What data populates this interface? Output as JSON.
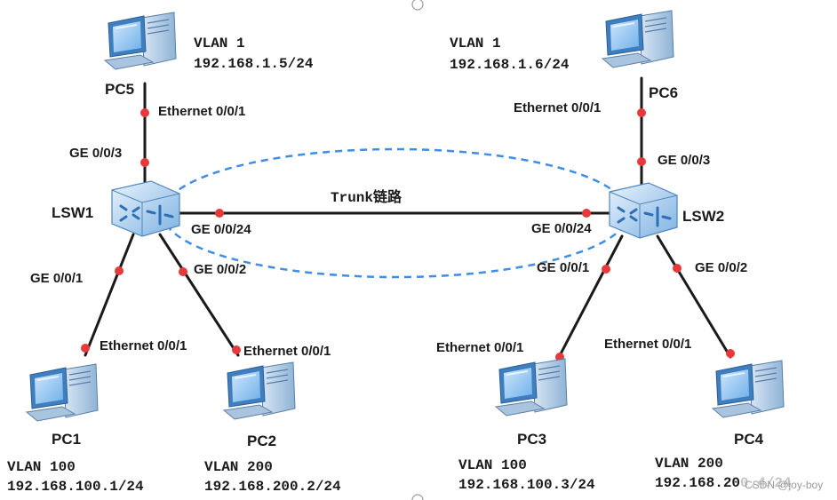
{
  "pcs": [
    {
      "id": "pc5",
      "name": "PC5",
      "vlan": "VLAN 1",
      "ip": "192.168.1.5/24",
      "port": "Ethernet 0/0/1"
    },
    {
      "id": "pc6",
      "name": "PC6",
      "vlan": "VLAN 1",
      "ip": "192.168.1.6/24",
      "port": "Ethernet 0/0/1"
    },
    {
      "id": "pc1",
      "name": "PC1",
      "vlan": "VLAN 100",
      "ip": "192.168.100.1/24",
      "port": "Ethernet 0/0/1"
    },
    {
      "id": "pc2",
      "name": "PC2",
      "vlan": "VLAN 200",
      "ip": "192.168.200.2/24",
      "port": "Ethernet 0/0/1"
    },
    {
      "id": "pc3",
      "name": "PC3",
      "vlan": "VLAN 100",
      "ip": "192.168.100.3/24",
      "port": "Ethernet 0/0/1"
    },
    {
      "id": "pc4",
      "name": "PC4",
      "vlan": "VLAN 200",
      "ip": "192.168.200.4/24",
      "port": "Ethernet 0/0/1"
    }
  ],
  "switches": [
    {
      "id": "lsw1",
      "name": "LSW1",
      "ports": {
        "to_pc5": "GE 0/0/3",
        "trunk": "GE 0/0/24",
        "to_pc1": "GE 0/0/1",
        "to_pc2": "GE 0/0/2"
      }
    },
    {
      "id": "lsw2",
      "name": "LSW2",
      "ports": {
        "to_pc6": "GE 0/0/3",
        "trunk": "GE 0/0/24",
        "to_pc3": "GE 0/0/1",
        "to_pc4": "GE 0/0/2"
      }
    }
  ],
  "trunk": {
    "label": "Trunk链路"
  },
  "watermark": "CSDN @joy-boy",
  "colors": {
    "link": "#1a1a1a",
    "port_dot": "#e8393a",
    "trunk_outline": "#3f8de6",
    "pc_body": "#5b9bd5"
  },
  "icons": {
    "pc": "desktop-computer-icon",
    "switch": "layer3-switch-icon"
  }
}
